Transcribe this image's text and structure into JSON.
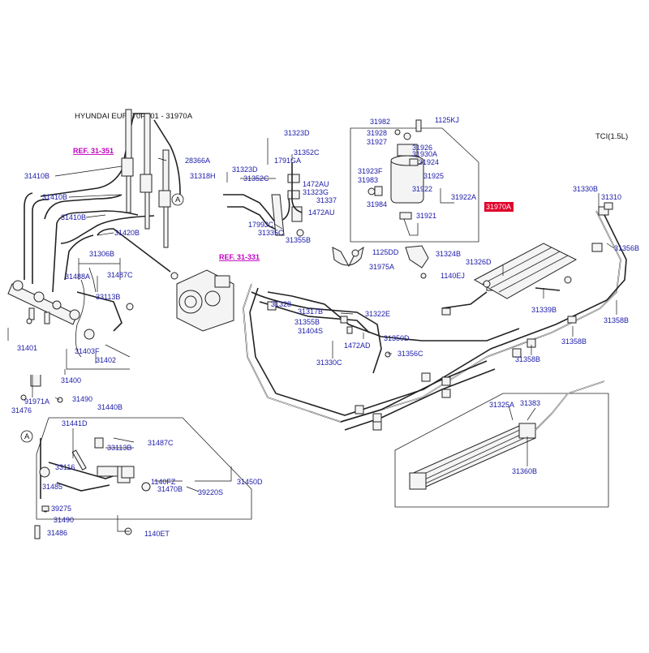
{
  "header": {
    "title": "HYUNDAI EUR170PA01 - 31970A",
    "variant": "TCI(1.5L)"
  },
  "refs": [
    "REF. 31-351",
    "REF. 31-331"
  ],
  "callout_letter": "A",
  "highlight_part": "31970A",
  "colors": {
    "label": "#1a1aa8",
    "ref": "#c000c0",
    "highlight": "#e0002a",
    "line": "#111111"
  },
  "labels": [
    "31410B",
    "31410B",
    "31410B",
    "31420B",
    "31306B",
    "31488A",
    "31487C",
    "33113B",
    "31401",
    "31403F",
    "31402",
    "31400",
    "91971A",
    "31476",
    "31490",
    "28366A",
    "31440B",
    "31441D",
    "31487C",
    "33113B",
    "33116",
    "31485",
    "1140FZ",
    "31470B",
    "39220S",
    "31450D",
    "39275",
    "31490",
    "31486",
    "1140ET",
    "31323D",
    "31352C",
    "1791GA",
    "31323D",
    "31318H",
    "31352C",
    "1472AU",
    "31323G",
    "31337",
    "1472AU",
    "1799JC",
    "31335C",
    "31355B",
    "31982",
    "1125KJ",
    "31928",
    "31927",
    "31926",
    "31930A",
    "31924",
    "31923F",
    "31925",
    "31983",
    "31922",
    "31922A",
    "31984",
    "31921",
    "1125DD",
    "31975A",
    "31324B",
    "1140EJ",
    "31326D",
    "31339B",
    "31330B",
    "31310",
    "31356B",
    "31358B",
    "31358B",
    "31358B",
    "31328",
    "31317B",
    "31322E",
    "31355B",
    "31404S",
    "31350D",
    "1472AD",
    "31356C",
    "31330C",
    "31325A",
    "31383",
    "31360B"
  ]
}
